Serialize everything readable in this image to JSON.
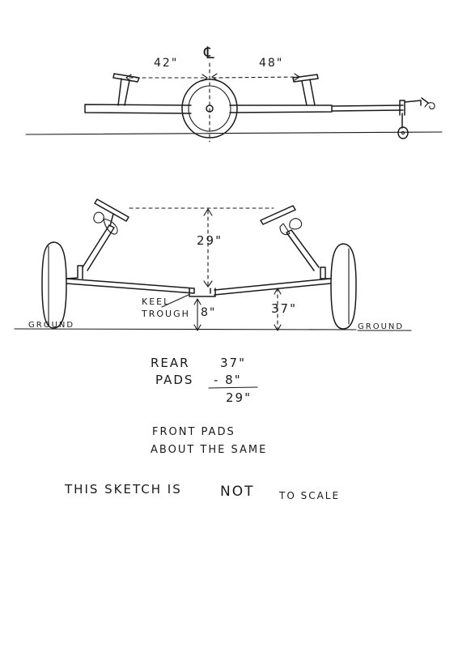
{
  "side_view": {
    "centerline": "℄",
    "dim_left": "42\"",
    "dim_right": "48\""
  },
  "rear_view": {
    "dim_pad_height": "29\"",
    "label_keel": "KEEL",
    "label_trough": "TROUGH",
    "dim_keel": "8\"",
    "dim_wheel": "37\"",
    "label_ground_left": "GROUND",
    "label_ground_right": "GROUND"
  },
  "calc": {
    "line1_label": "REAR",
    "line1_value": "37\"",
    "line2_label": "PADS",
    "line2_value": "- 8\"",
    "result": "29\""
  },
  "notes": {
    "line1": "FRONT PADS",
    "line2": "ABOUT THE SAME",
    "scale_part1": "THIS SKETCH IS",
    "scale_part2": "NOT",
    "scale_part3": "TO SCALE"
  }
}
